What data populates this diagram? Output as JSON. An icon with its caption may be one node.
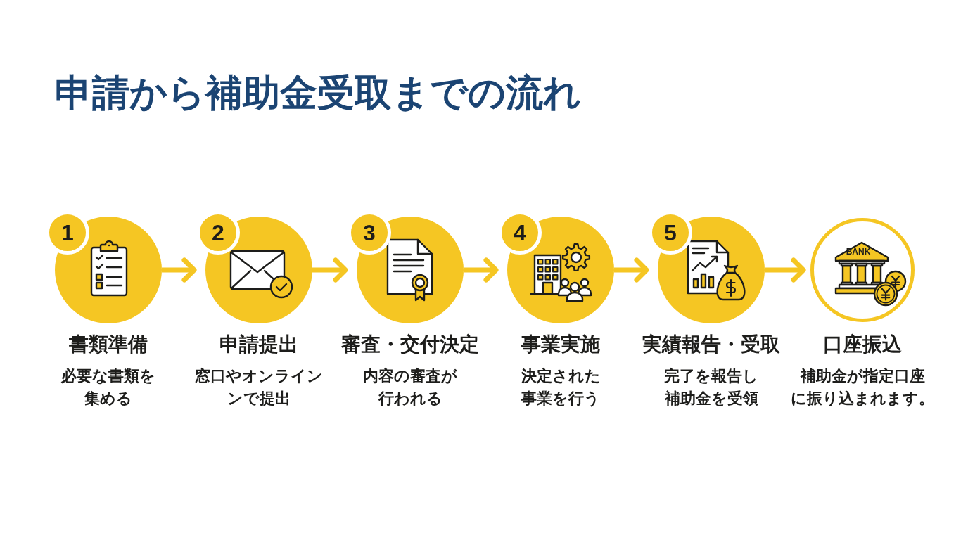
{
  "diagram": {
    "title": "申請から補助金受取までの流れ",
    "nodes": [
      {
        "text": [
          "1"
        ],
        "beside": [
          "書類準備",
          "必要な書類を集める"
        ]
      },
      {
        "text": [
          "2"
        ],
        "beside": [
          "申請提出",
          "窓口やオンラインンで提出"
        ]
      },
      {
        "text": [
          "3"
        ],
        "beside": [
          "審査・交付決定",
          "内容の審査が行われる"
        ]
      },
      {
        "text": [
          "4"
        ],
        "beside": [
          "事業実施",
          "決定された事業を行う"
        ]
      },
      {
        "text": [
          "5"
        ],
        "beside": [
          "実績報告・受取",
          "完了を報告し補助金を受領"
        ]
      },
      {
        "text": [],
        "shape": "circle",
        "beside": [
          "口座振込",
          "補助金が指定口座に振り込まれます。"
        ]
      }
    ],
    "edges": [
      {
        "from": 0,
        "to": 1,
        "arrow": "to"
      },
      {
        "from": 1,
        "to": 2,
        "arrow": "to"
      },
      {
        "from": 2,
        "to": 3,
        "arrow": "to"
      },
      {
        "from": 3,
        "to": 4,
        "arrow": "to"
      },
      {
        "from": 4,
        "to": 5,
        "arrow": "to"
      }
    ],
    "labels": [
      "BANK"
    ]
  }
}
